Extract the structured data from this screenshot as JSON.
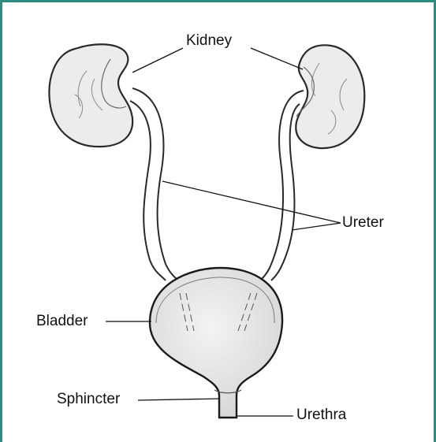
{
  "labels": {
    "kidney": "Kidney",
    "ureter": "Ureter",
    "bladder": "Bladder",
    "sphincter": "Sphincter",
    "urethra": "Urethra"
  },
  "colors": {
    "frame": "#2e8b7e",
    "organ_fill": "#ececec",
    "outline": "#2a2a2a"
  }
}
